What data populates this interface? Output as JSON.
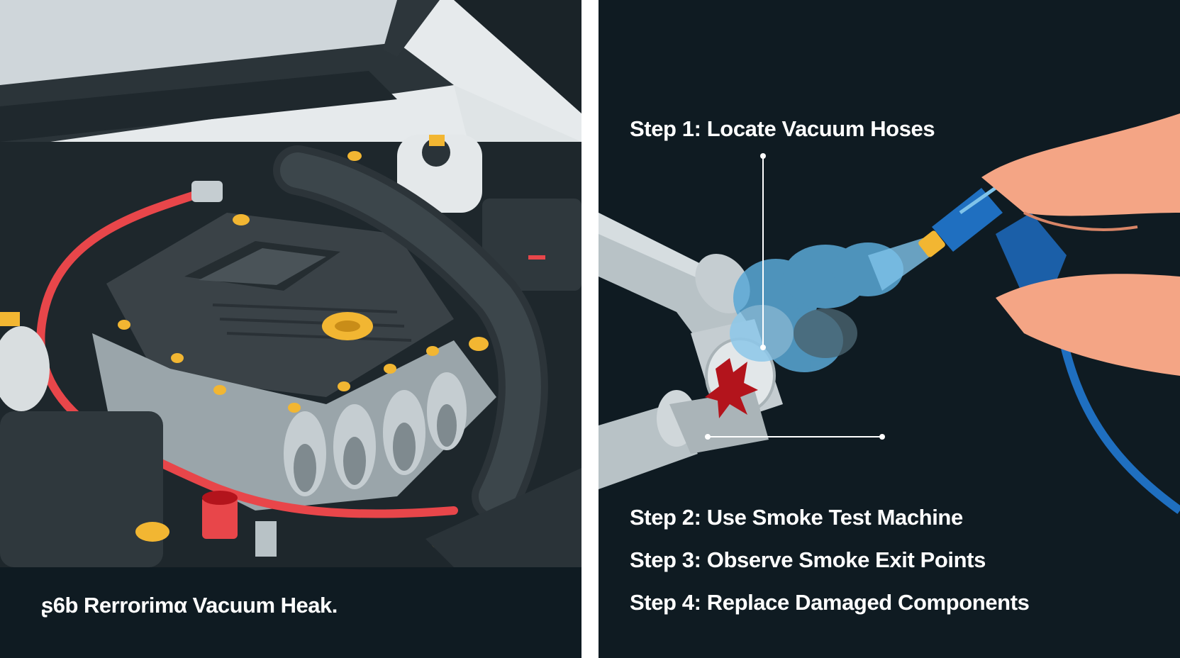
{
  "left_panel": {
    "caption": "ʂ6b Rerrorimα Vacuum Heak."
  },
  "right_panel": {
    "steps": [
      "Step 1: Locate Vacuum Hoses",
      "Step 2: Use Smoke Test Machine",
      "Step 3: Observe Smoke Exit Points",
      "Step 4: Replace Damaged Components"
    ]
  },
  "colors": {
    "background_dark": "#0f1b22",
    "hose_red": "#e8464a",
    "engine_cover": "#3a4247",
    "metal": "#b8c2c6",
    "cap_yellow": "#f2b632",
    "smoke_blue": "#5aa8d6",
    "tool_blue": "#1f6fc0",
    "leak_red": "#b3141c",
    "skin": "#f4a585"
  }
}
